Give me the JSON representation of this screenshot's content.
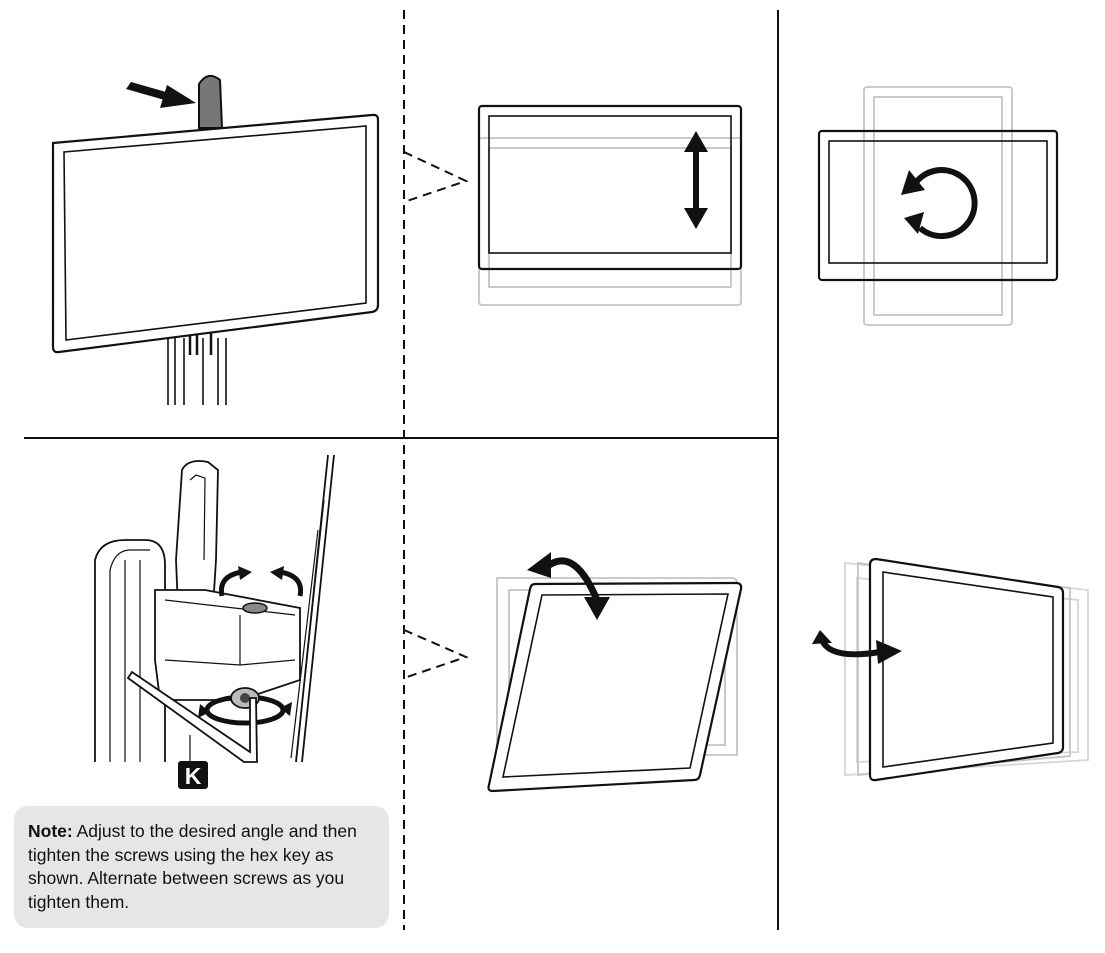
{
  "callout": {
    "label": "K"
  },
  "note": {
    "heading": "Note:",
    "text": "Adjust to the desired angle and then tighten the screws using the hex key as shown. Alternate between screws as you tighten them."
  },
  "colors": {
    "line": "#111111",
    "ghost": "#c4c4c4",
    "note_background": "#e6e6e6",
    "callout_background": "#111111",
    "callout_text": "#ffffff"
  }
}
